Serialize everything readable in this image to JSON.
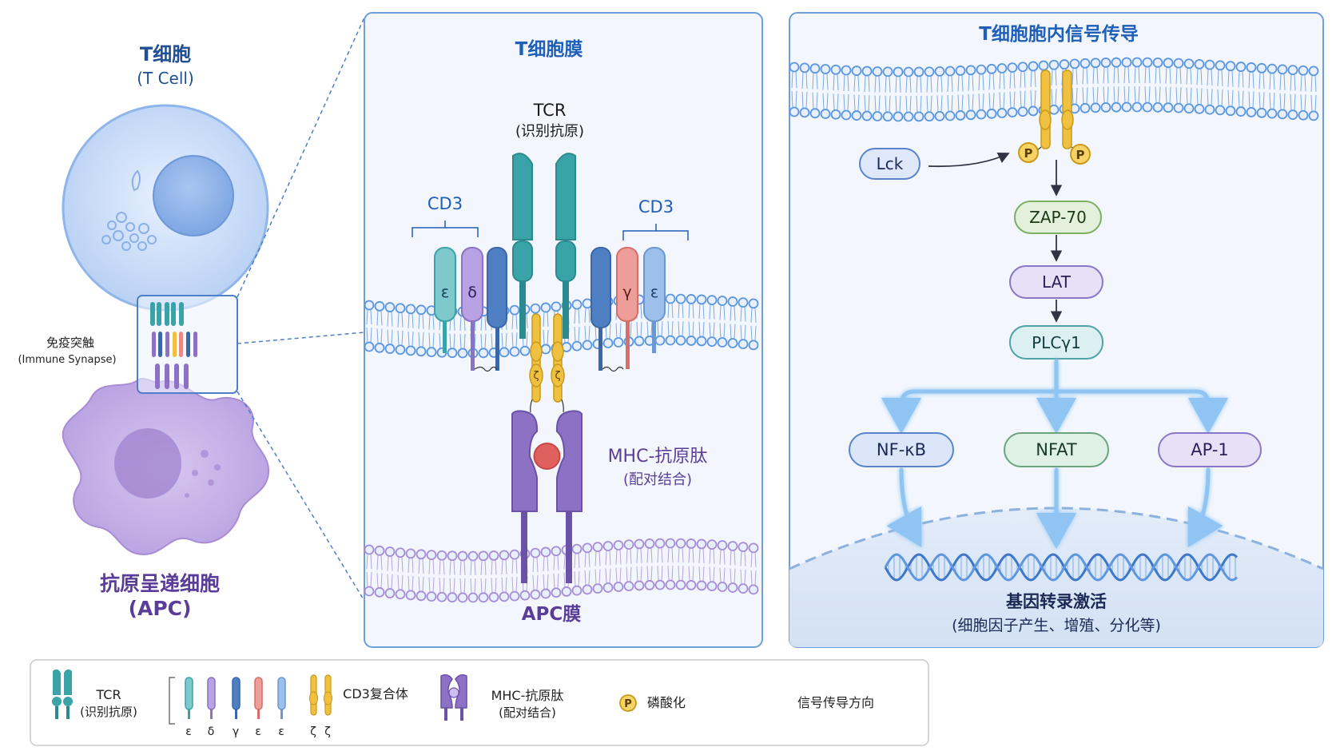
{
  "colors": {
    "panel_border": "#6f9fd8",
    "panel_bg": "#f3f7fd",
    "title_blue": "#1f5fb8",
    "purple_text": "#5a3d99",
    "teal": "#3aa3a8",
    "teal_dark": "#2a8a8f",
    "purple": "#8c71c4",
    "dark_blue": "#3b67a8",
    "salmon": "#e98a84",
    "light_blue": "#7aa8de",
    "yellow": "#f0c140",
    "yellow_dark": "#c99a1a",
    "membrane_blue": "#5b96e0",
    "membrane_purple": "#a78dd8",
    "red_peptide": "#e0605e",
    "lck_fill": "#dfe8fb",
    "zap_fill": "#e3f1dc",
    "lat_fill": "#e6e1f7",
    "plc_fill": "#dcf0f1",
    "nfkb_fill": "#dce6fb",
    "nfat_fill": "#dff0e4",
    "ap1_fill": "#e7e1f7"
  },
  "left": {
    "tcell_title": "T细胞",
    "tcell_subtitle": "(T Cell)",
    "synapse_label": "免疫突触",
    "synapse_label_en": "(Immune Synapse)",
    "apc_title": "抗原呈递细胞",
    "apc_subtitle": "(APC)"
  },
  "middle": {
    "title": "T细胞膜",
    "tcr_label": "TCR",
    "tcr_sub": "(识别抗原)",
    "cd3_left": "CD3",
    "cd3_right": "CD3",
    "chain_epsilon": "ε",
    "chain_delta": "δ",
    "chain_gamma": "γ",
    "chain_zeta": "ζ",
    "mhc_label": "MHC-抗原肽",
    "mhc_sub": "(配对结合)",
    "apc_membrane": "APC膜"
  },
  "right": {
    "title": "T细胞胞内信号传导",
    "phospho": "P",
    "lck": "Lck",
    "zap70": "ZAP-70",
    "lat": "LAT",
    "plc": "PLCγ1",
    "nfkb": "NF-κB",
    "nfat": "NFAT",
    "ap1": "AP-1",
    "gene_title": "基因转录激活",
    "gene_sub": "(细胞因子产生、增殖、分化等)"
  },
  "legend": {
    "tcr": "TCR",
    "tcr_sub": "(识别抗原)",
    "greek": [
      "ε",
      "δ",
      "γ",
      "ε",
      "ε",
      "ζ",
      "ζ"
    ],
    "cd3_complex": "CD3复合体",
    "mhc": "MHC-抗原肽",
    "mhc_sub": "(配对结合)",
    "p": "P",
    "phosphorylation": "磷酸化",
    "signal_direction": "信号传导方向"
  }
}
